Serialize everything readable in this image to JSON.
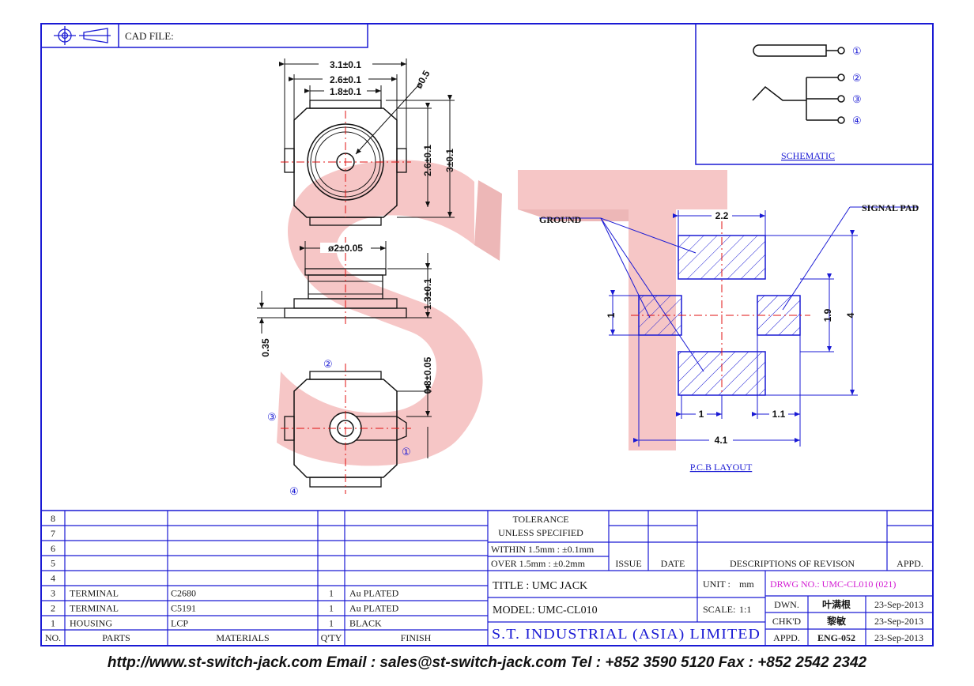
{
  "header": {
    "cad_label": "CAD FILE:"
  },
  "schematic": {
    "label": "SCHEMATIC",
    "pins": [
      "①",
      "②",
      "③",
      "④"
    ]
  },
  "pcb": {
    "label": "P.C.B LAYOUT",
    "ground_label": "GROUND",
    "signal_label": "SIGNAL PAD",
    "dims": {
      "pad_width": "2.2",
      "pad_height": "1",
      "pitch": "1.9",
      "total_height": "4",
      "gap_left": "1",
      "signal_width": "1.1",
      "total_width": "4.1"
    }
  },
  "drawing": {
    "dims": {
      "w1": "3.1±0.1",
      "w2": "2.6±0.1",
      "w3": "1.8±0.1",
      "hole": "ø0.5",
      "h1": "2.6±0.1",
      "h2": "3±0.1",
      "dia": "ø2±0.05",
      "h3": "1.3±0.1",
      "base": "0.35",
      "offset": "0.8±0.05"
    },
    "pins": [
      "②",
      "③",
      "①",
      "④"
    ]
  },
  "bom": {
    "headers": {
      "no": "NO.",
      "parts": "PARTS",
      "materials": "MATERIALS",
      "qty": "Q'TY",
      "finish": "FINISH"
    },
    "rows": [
      {
        "no": "8",
        "part": "",
        "material": "",
        "qty": "",
        "finish": ""
      },
      {
        "no": "7",
        "part": "",
        "material": "",
        "qty": "",
        "finish": ""
      },
      {
        "no": "6",
        "part": "",
        "material": "",
        "qty": "",
        "finish": ""
      },
      {
        "no": "5",
        "part": "",
        "material": "",
        "qty": "",
        "finish": ""
      },
      {
        "no": "4",
        "part": "",
        "material": "",
        "qty": "",
        "finish": ""
      },
      {
        "no": "3",
        "part": "TERMINAL",
        "material": "C2680",
        "qty": "1",
        "finish": "Au PLATED"
      },
      {
        "no": "2",
        "part": "TERMINAL",
        "material": "C5191",
        "qty": "1",
        "finish": "Au PLATED"
      },
      {
        "no": "1",
        "part": "HOUSING",
        "material": "LCP",
        "qty": "1",
        "finish": "BLACK"
      }
    ]
  },
  "tolerance": {
    "title": "TOLERANCE",
    "subtitle": "UNLESS SPECIFIED",
    "within": "WITHIN 1.5mm : ±0.1mm",
    "over": "OVER 1.5mm : ±0.2mm"
  },
  "revision": {
    "issue": "ISSUE",
    "date": "DATE",
    "desc": "DESCRIPTIONS OF REVISON",
    "appd": "APPD."
  },
  "title_block": {
    "title": "TITLE : UMC JACK",
    "unit_label": "UNIT :",
    "unit_value": "mm",
    "drwg": "DRWG NO.: UMC-CL010 (021)",
    "model": "MODEL: UMC-CL010",
    "scale_label": "SCALE:",
    "scale_value": "1:1",
    "company": "S.T. INDUSTRIAL (ASIA) LIMITED",
    "dwn_label": "DWN.",
    "dwn_name": "叶满根",
    "dwn_date": "23-Sep-2013",
    "chk_label": "CHK'D",
    "chk_name": "黎敏",
    "chk_date": "23-Sep-2013",
    "appd_label": "APPD.",
    "appd_name": "ENG-052",
    "appd_date": "23-Sep-2013"
  },
  "colors": {
    "border": "#1a1ad4",
    "centerline": "#e01010",
    "magenta": "#d21ad2",
    "watermark": "#f0b0b0"
  },
  "footer": {
    "text": "http://www.st-switch-jack.com Email : sales@st-switch-jack.com Tel : +852 3590 5120 Fax : +852 2542 2342"
  }
}
